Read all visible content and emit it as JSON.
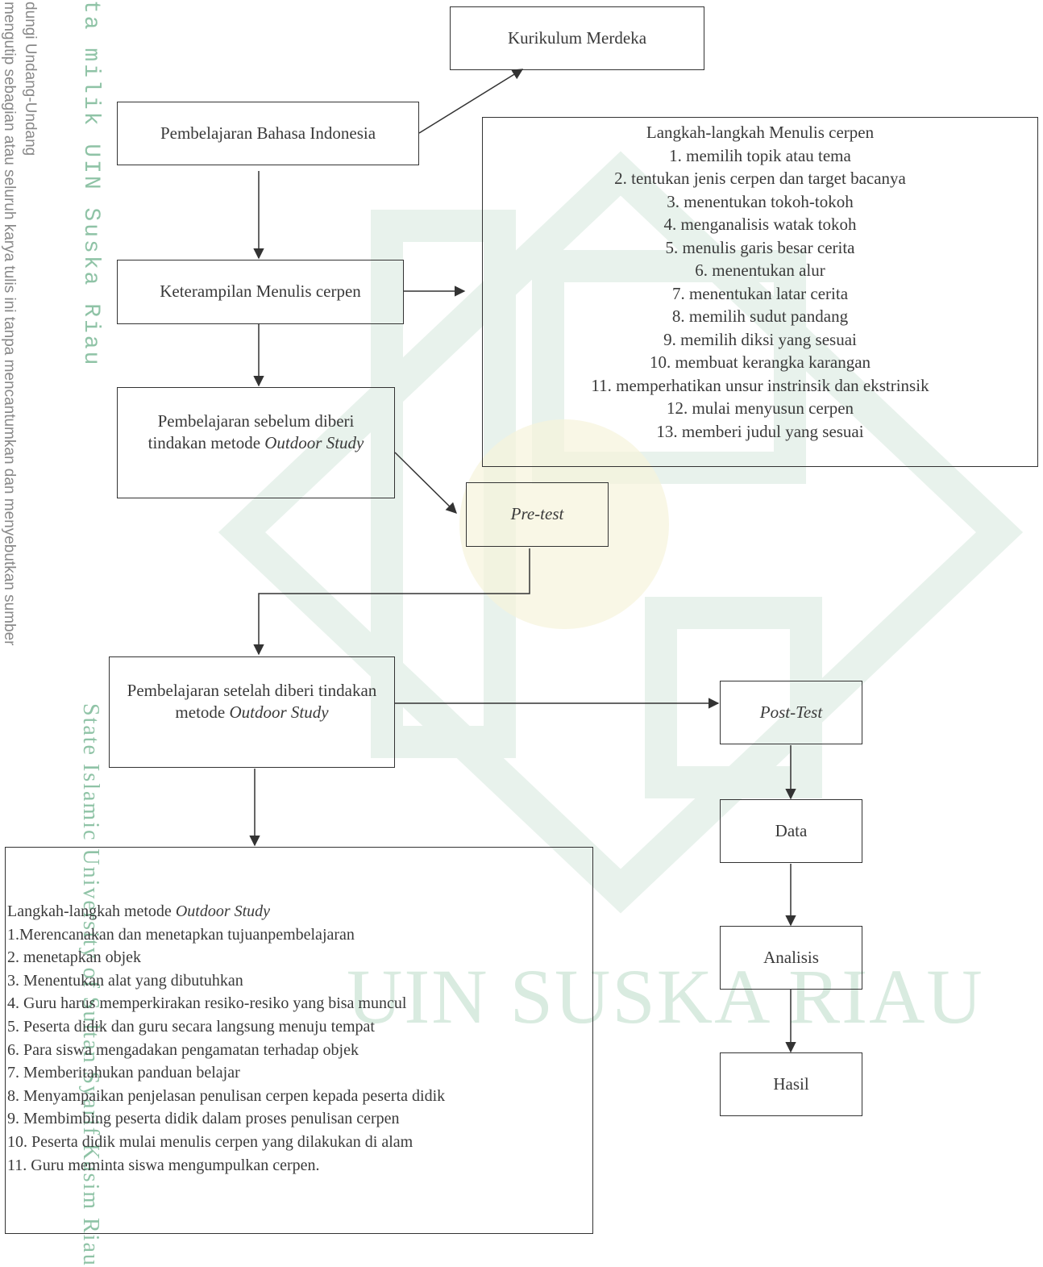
{
  "watermark": {
    "side_line1": "dungi Undang-Undang",
    "side_line2": "mengutip sebagian atau seluruh karya tulis ini tanpa mencantumkan dan menyebutkan sumber",
    "vertical_top": "ta milik UIN Suska Riau",
    "vertical_bottom": "State Islamic University of Sultan Syarif Kasim Riau",
    "big_text": "UIN SUSKA RIAU"
  },
  "nodes": {
    "kurikulum": "Kurikulum Merdeka",
    "pembelajaran_bi": "Pembelajaran Bahasa Indonesia",
    "keterampilan": "Keterampilan Menulis cerpen",
    "sebelum_line1": "Pembelajaran sebelum diberi",
    "sebelum_line2_prefix": "tindakan metode ",
    "sebelum_line2_italic": "Outdoor Study",
    "pretest": "Pre-test",
    "setelah_line1": "Pembelajaran setelah diberi tindakan",
    "setelah_line2_prefix": "metode ",
    "setelah_line2_italic": "Outdoor Study",
    "posttest": "Post-Test",
    "data": "Data",
    "analisis": "Analisis",
    "hasil": "Hasil"
  },
  "menulis_steps": {
    "title": "Langkah-langkah Menulis cerpen",
    "items": [
      "1. memilih topik atau tema",
      "2. tentukan jenis cerpen dan target bacanya",
      "3. menentukan tokoh-tokoh",
      "4. menganalisis watak tokoh",
      "5. menulis garis besar cerita",
      "6. menentukan alur",
      "7. menentukan latar cerita",
      "8. memilih sudut pandang",
      "9. memilih  diksi yang sesuai",
      "10. membuat kerangka karangan",
      "11. memperhatikan unsur instrinsik dan ekstrinsik",
      "12. mulai menyusun cerpen",
      "13. memberi judul yang sesuai"
    ]
  },
  "outdoor_steps": {
    "title_prefix": "Langkah-langkah metode ",
    "title_italic": "Outdoor Study",
    "items": [
      "1.Merencanakan dan menetapkan tujuanpembelajaran",
      "2. menetapkan objek",
      "3. Menentukan alat yang dibutuhkan",
      "4. Guru harus memperkirakan resiko-resiko yang bisa muncul",
      "5. Peserta didik dan guru secara langsung menuju tempat",
      "6. Para siswa mengadakan pengamatan terhadap objek",
      "7. Memberitahukan panduan belajar",
      "8. Menyampaikan penjelasan penulisan cerpen kepada peserta didik",
      "9. Membimbing peserta didik dalam proses penulisan cerpen",
      "10. Peserta  didik  mulai  menulis  cerpen  yang dilakukan di alam",
      "11. Guru meminta siswa  mengumpulkan cerpen."
    ]
  }
}
